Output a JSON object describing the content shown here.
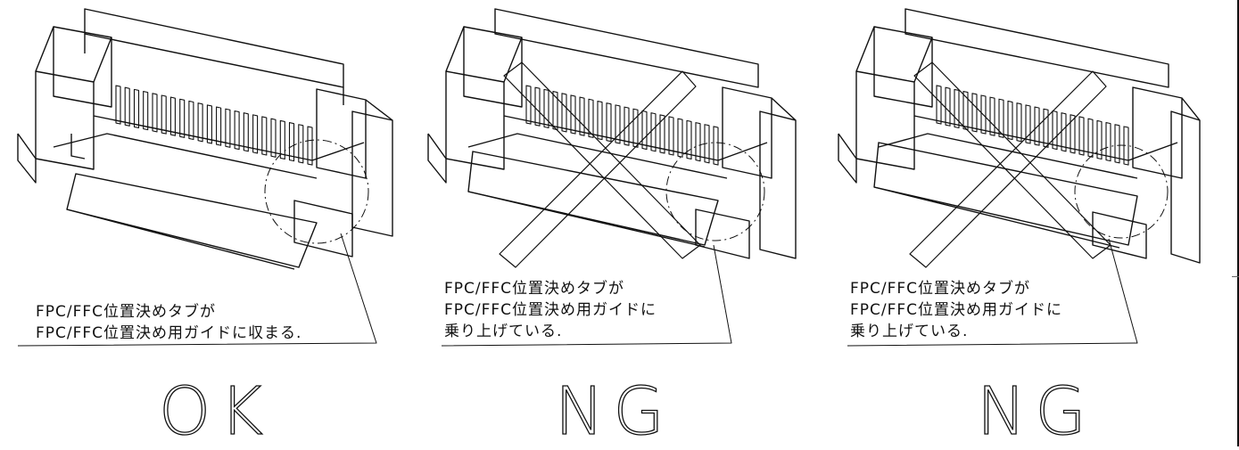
{
  "panels": [
    {
      "id": "ok",
      "verdict": "OK",
      "note": [
        "FPC/FFC位置決めタブが",
        "FPC/FFC位置決め用ガイドに収まる."
      ],
      "crossed": false
    },
    {
      "id": "ng1",
      "verdict": "NG",
      "note": [
        "FPC/FFC位置決めタブが",
        "FPC/FFC位置決め用ガイドに",
        "乗り上げている."
      ],
      "crossed": true
    },
    {
      "id": "ng2",
      "verdict": "NG",
      "note": [
        "FPC/FFC位置決めタブが",
        "FPC/FFC位置決め用ガイドに",
        "乗り上げている."
      ],
      "crossed": true
    }
  ],
  "colors": {
    "line": "#111111",
    "background": "#ffffff"
  }
}
